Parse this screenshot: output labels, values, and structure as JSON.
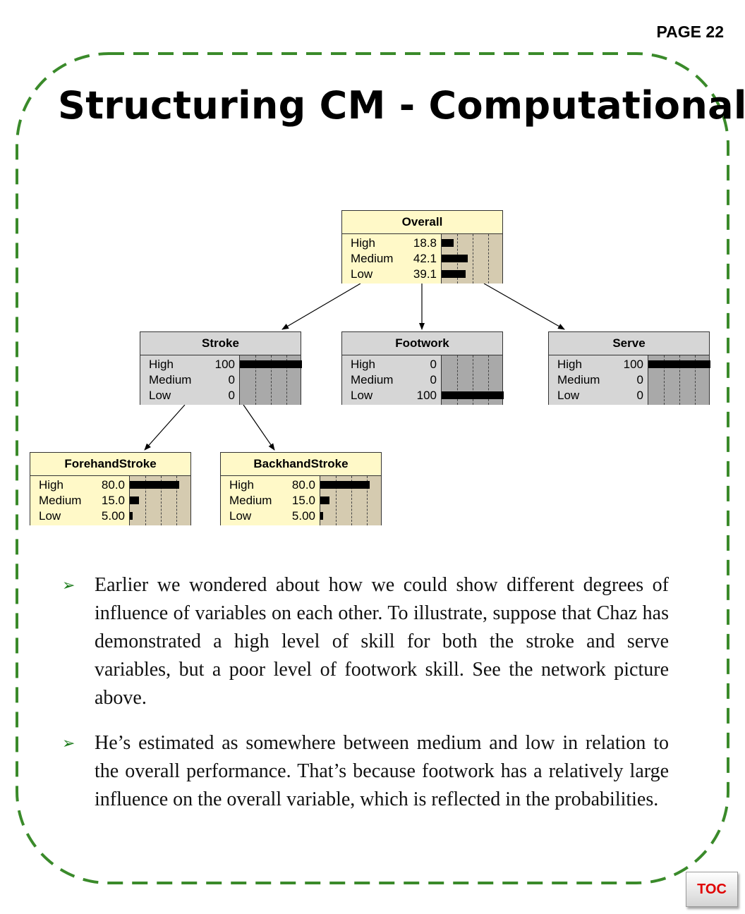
{
  "page_label": "PAGE 22",
  "title": "Structuring CM - Computational",
  "network": {
    "nodes": [
      {
        "id": "overall",
        "name": "Overall",
        "style": "yellow",
        "states": [
          {
            "label": "High",
            "value": "18.8",
            "pct": 18.8
          },
          {
            "label": "Medium",
            "value": "42.1",
            "pct": 42.1
          },
          {
            "label": "Low",
            "value": "39.1",
            "pct": 39.1
          }
        ]
      },
      {
        "id": "stroke",
        "name": "Stroke",
        "style": "gray",
        "states": [
          {
            "label": "High",
            "value": "100",
            "pct": 100
          },
          {
            "label": "Medium",
            "value": "0",
            "pct": 0
          },
          {
            "label": "Low",
            "value": "0",
            "pct": 0
          }
        ]
      },
      {
        "id": "footwork",
        "name": "Footwork",
        "style": "gray",
        "states": [
          {
            "label": "High",
            "value": "0",
            "pct": 0
          },
          {
            "label": "Medium",
            "value": "0",
            "pct": 0
          },
          {
            "label": "Low",
            "value": "100",
            "pct": 100
          }
        ]
      },
      {
        "id": "serve",
        "name": "Serve",
        "style": "gray",
        "states": [
          {
            "label": "High",
            "value": "100",
            "pct": 100
          },
          {
            "label": "Medium",
            "value": "0",
            "pct": 0
          },
          {
            "label": "Low",
            "value": "0",
            "pct": 0
          }
        ]
      },
      {
        "id": "forehand",
        "name": "ForehandStroke",
        "style": "yellow",
        "states": [
          {
            "label": "High",
            "value": "80.0",
            "pct": 80
          },
          {
            "label": "Medium",
            "value": "15.0",
            "pct": 15
          },
          {
            "label": "Low",
            "value": "5.00",
            "pct": 5
          }
        ]
      },
      {
        "id": "backhand",
        "name": "BackhandStroke",
        "style": "yellow",
        "states": [
          {
            "label": "High",
            "value": "80.0",
            "pct": 80
          },
          {
            "label": "Medium",
            "value": "15.0",
            "pct": 15
          },
          {
            "label": "Low",
            "value": "5.00",
            "pct": 5
          }
        ]
      }
    ],
    "edges": [
      {
        "from": "overall",
        "to": "stroke"
      },
      {
        "from": "overall",
        "to": "footwork"
      },
      {
        "from": "overall",
        "to": "serve"
      },
      {
        "from": "stroke",
        "to": "forehand"
      },
      {
        "from": "stroke",
        "to": "backhand"
      }
    ]
  },
  "bullets": [
    "Earlier we wondered about how we could show different degrees of influence of variables on each other. To illustrate, suppose that Chaz has demonstrated a high level of skill for both the stroke and serve variables, but a poor level of footwork skill. See the network picture above.",
    "He’s estimated as somewhere between medium and low in relation to the overall performance. That’s because footwork has a relatively large influence on the overall variable, which is reflected in the probabilities."
  ],
  "toc_label": "TOC",
  "colors": {
    "frame": "#3a8a2a",
    "toc_text": "#e00000",
    "yellow_node": "#fff9c8",
    "gray_node": "#d6d6d6"
  }
}
